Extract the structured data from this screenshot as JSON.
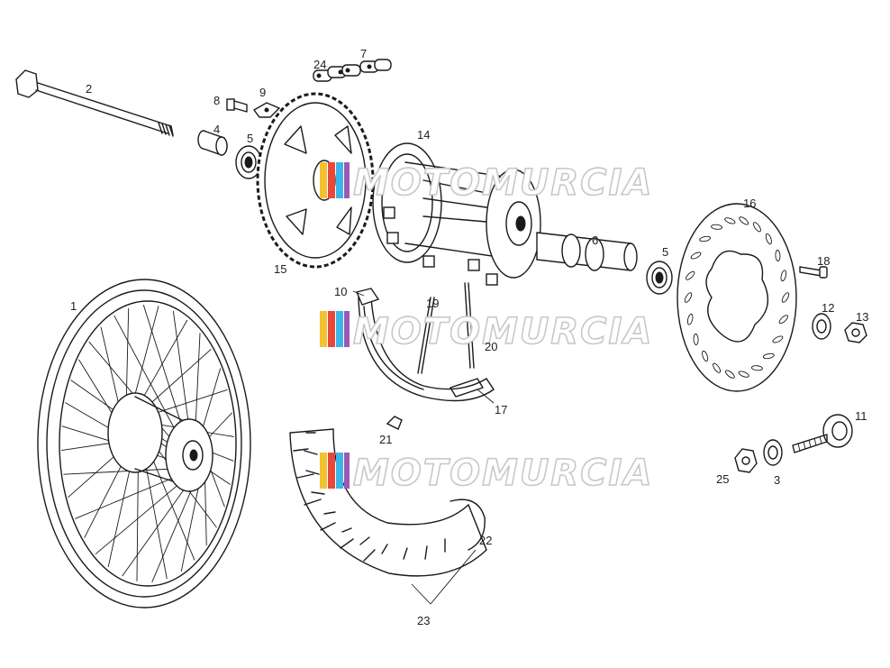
{
  "watermark": {
    "text": "MOTOMURCIA",
    "colors": [
      "#f2c230",
      "#e8483c",
      "#3cb5e8",
      "#9b59b6"
    ]
  },
  "callouts": [
    "1",
    "2",
    "3",
    "4",
    "5",
    "5",
    "6",
    "7",
    "8",
    "9",
    "10",
    "11",
    "12",
    "13",
    "14",
    "15",
    "16",
    "17",
    "18",
    "19",
    "20",
    "21",
    "22",
    "23",
    "24",
    "25"
  ]
}
